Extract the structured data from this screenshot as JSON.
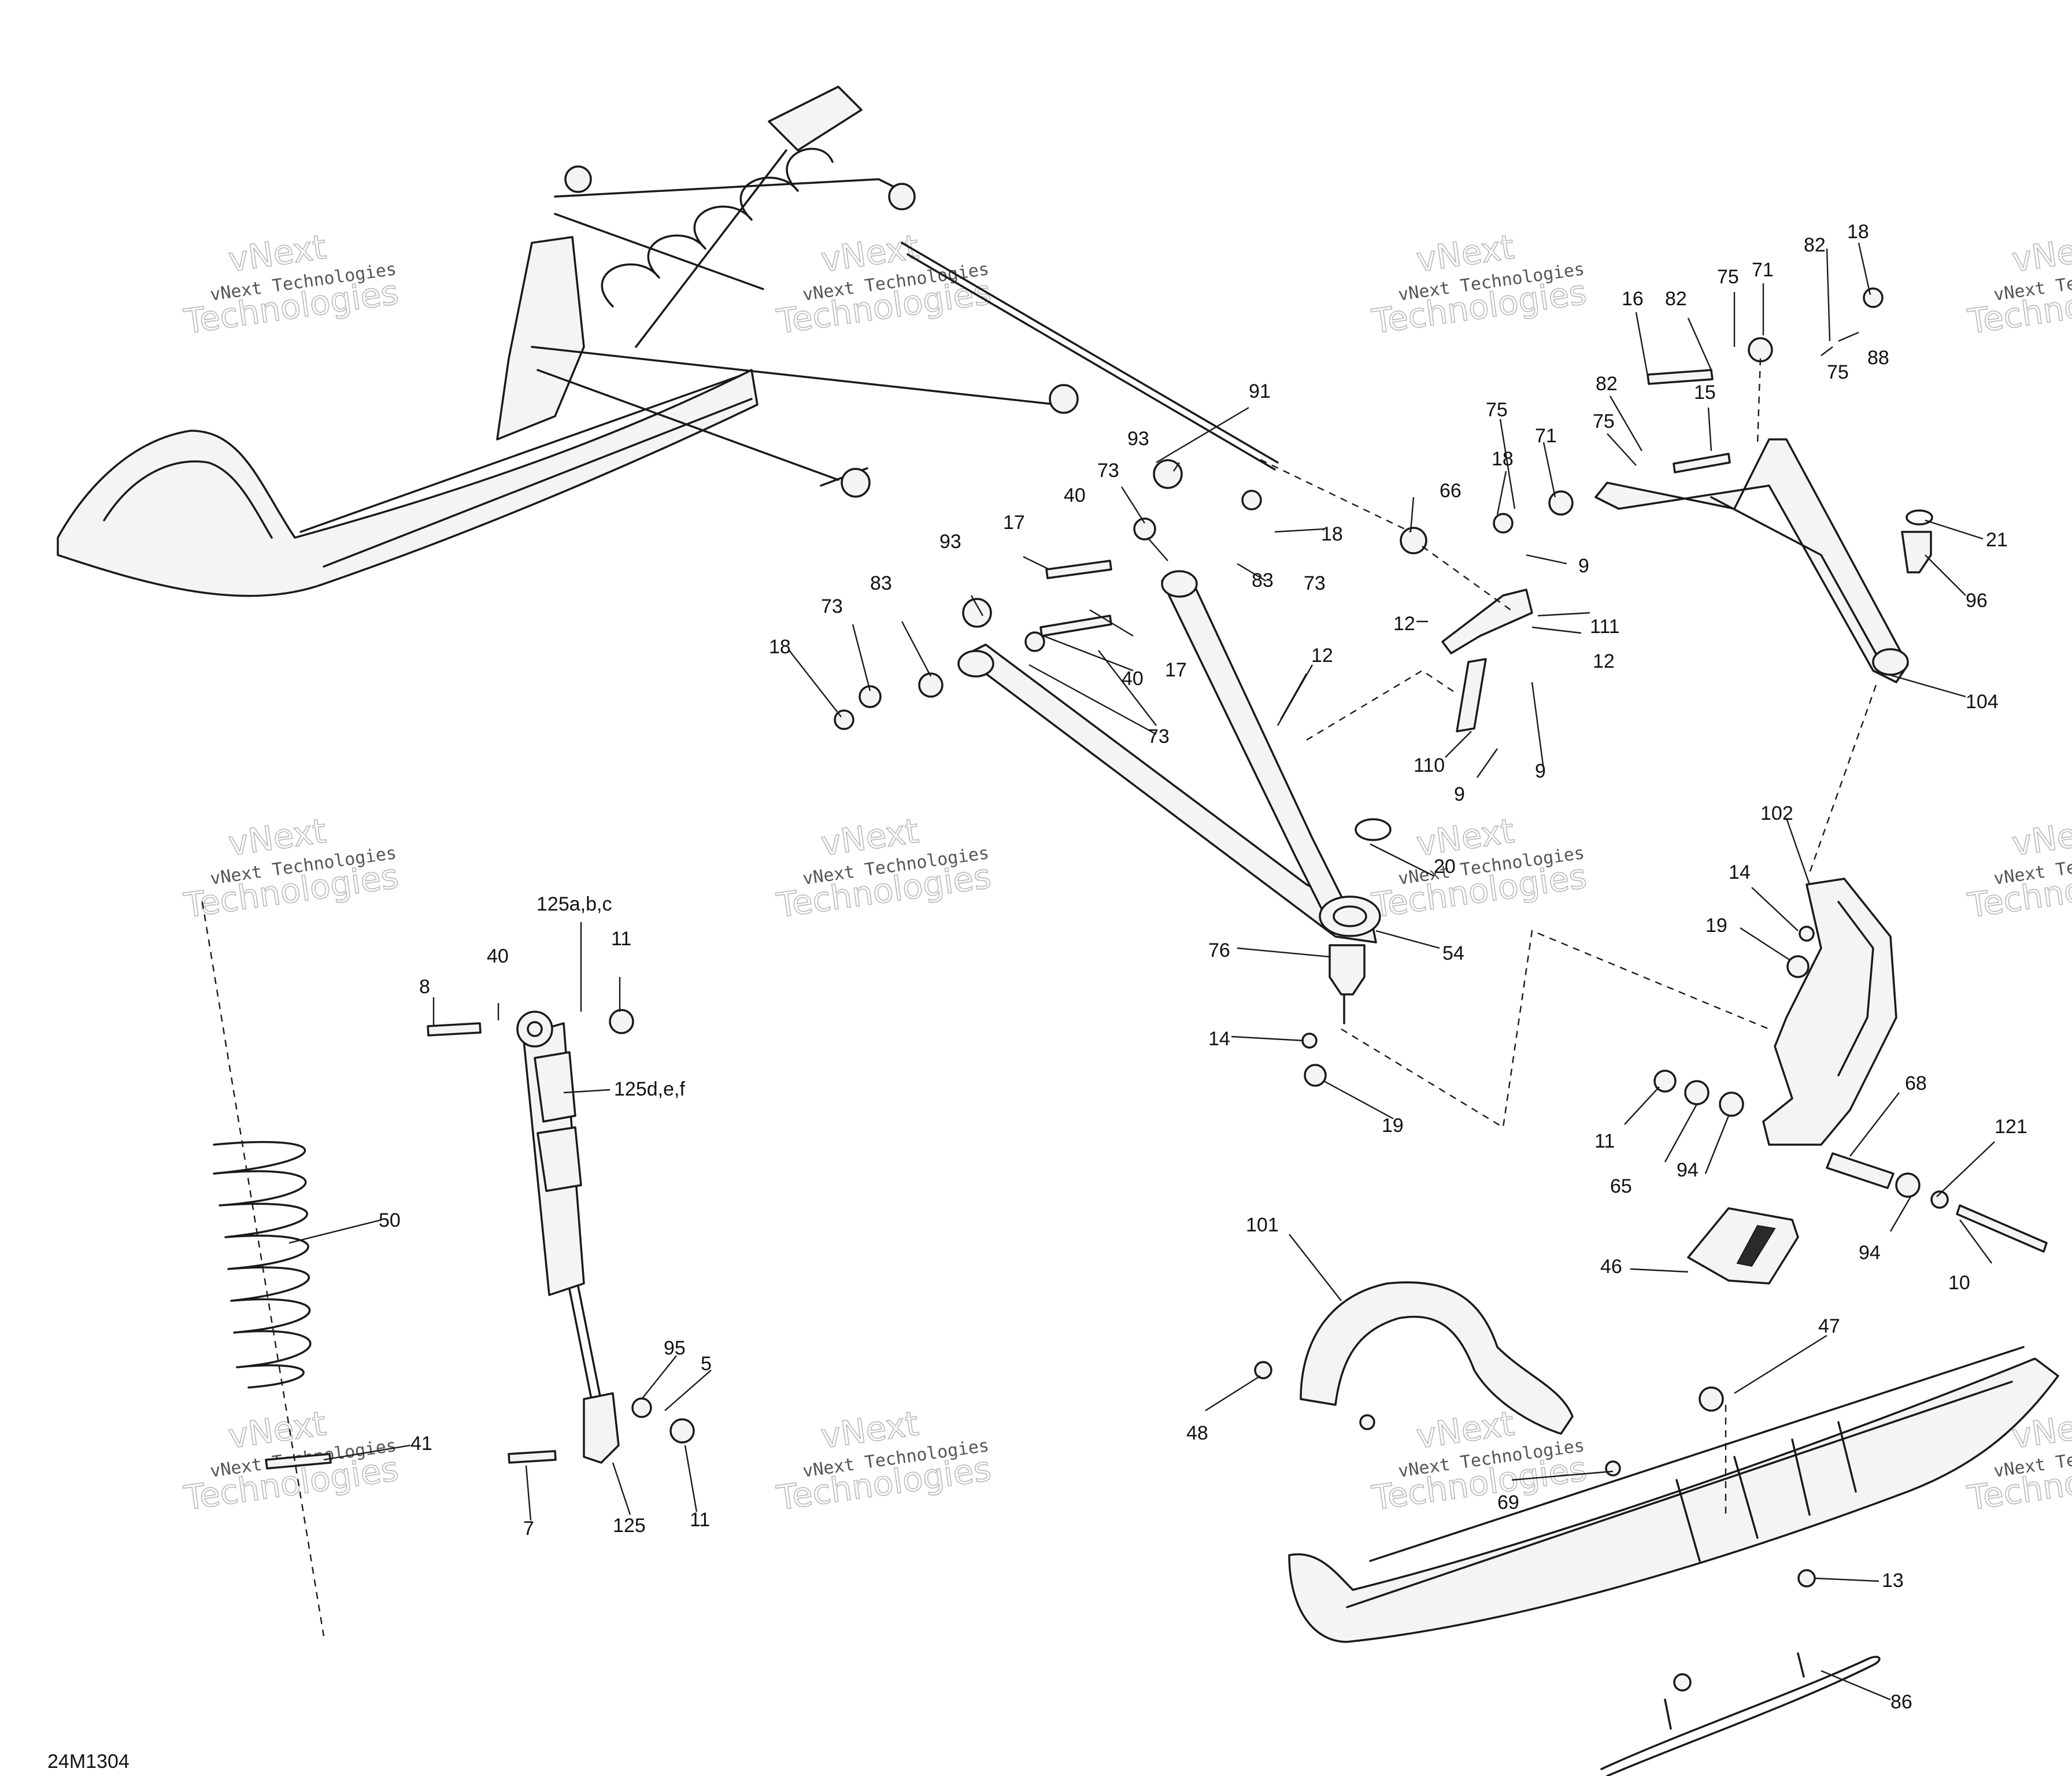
{
  "figure_id": "24M1304",
  "watermark": {
    "line1": "vNext Technologies",
    "line2": "Technologies",
    "line3": "vNext"
  },
  "callouts": [
    "91",
    "93",
    "73",
    "40",
    "17",
    "83",
    "18",
    "73",
    "66",
    "75",
    "71",
    "18",
    "9",
    "111",
    "12",
    "12",
    "110",
    "9",
    "9",
    "16",
    "82",
    "75",
    "71",
    "82",
    "18",
    "88",
    "75",
    "82",
    "75",
    "15",
    "21",
    "96",
    "104",
    "93",
    "83",
    "73",
    "18",
    "40",
    "17",
    "73",
    "12",
    "20",
    "54",
    "76",
    "14",
    "19",
    "102",
    "14",
    "19",
    "11",
    "65",
    "94",
    "68",
    "121",
    "94",
    "10",
    "46",
    "8",
    "40",
    "125a,b,c",
    "11",
    "125d,e,f",
    "50",
    "95",
    "5",
    "7",
    "125",
    "11",
    "41",
    "101",
    "48",
    "69",
    "47",
    "13",
    "86"
  ]
}
